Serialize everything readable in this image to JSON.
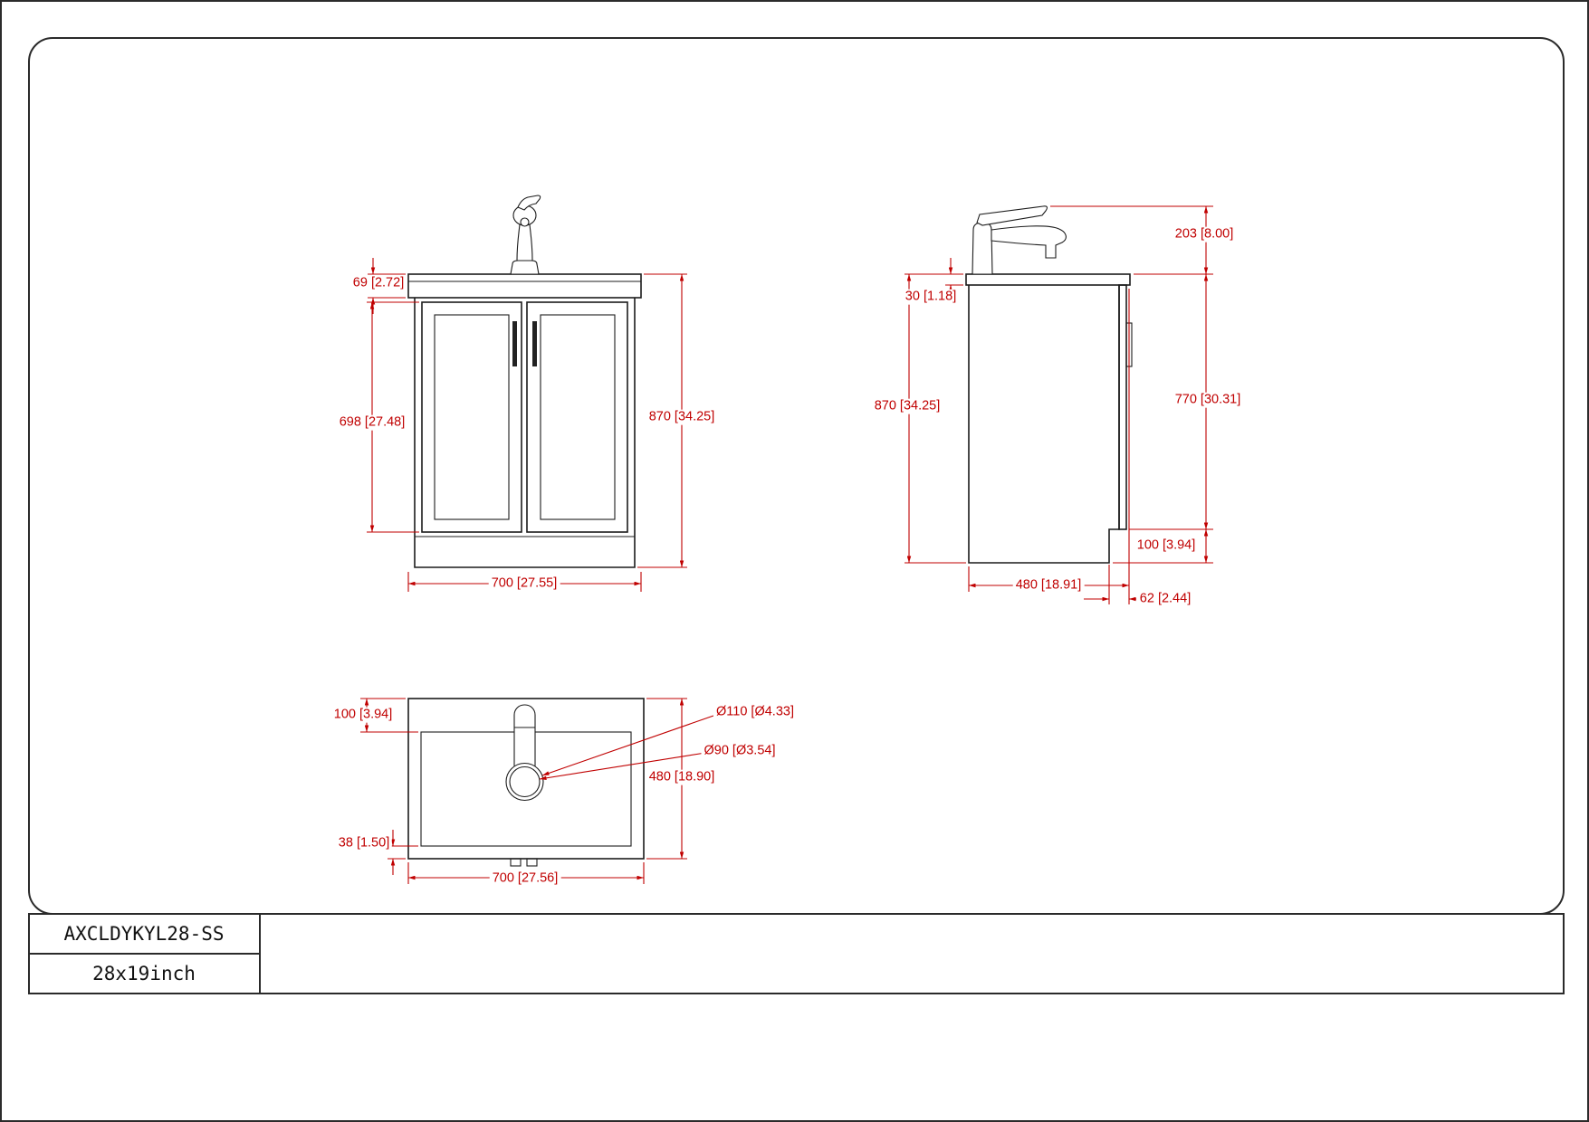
{
  "title_block": {
    "model": "AXCLDYKYL28-SS",
    "size": "28x19inch"
  },
  "colors": {
    "dimension": "#c00000",
    "line": "#1c1c1c"
  },
  "front_view": {
    "counter_height": "69 [2.72]",
    "door_height": "698 [27.48]",
    "total_height": "870 [34.25]",
    "width": "700 [27.55]"
  },
  "side_view": {
    "faucet_height": "203 [8.00]",
    "counter_thickness": "30 [1.18]",
    "total_height": "870 [34.25]",
    "front_height": "770 [30.31]",
    "toe_kick_height": "100 [3.94]",
    "depth": "480 [18.91]",
    "toe_kick_depth": "62 [2.44]"
  },
  "top_view": {
    "faucet_offset": "100 [3.94]",
    "hole_outer_diameter": "Ø110 [Ø4.33]",
    "hole_inner_diameter": "Ø90 [Ø3.54]",
    "depth": "480 [18.90]",
    "rim_width": "38 [1.50]",
    "width": "700 [27.56]"
  }
}
